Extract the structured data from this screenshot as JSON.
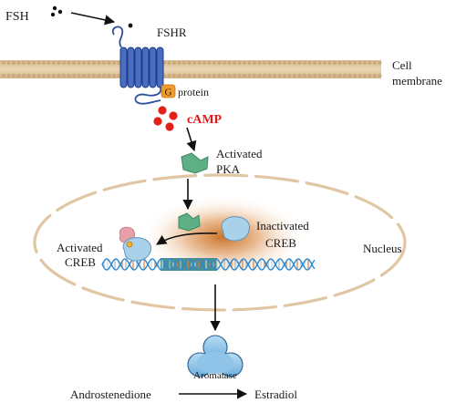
{
  "labels": {
    "fsh": "FSH",
    "fshr": "FSHR",
    "cell_membrane_line1": "Cell",
    "cell_membrane_line2": "membrane",
    "g_letter": "G",
    "g_protein": "protein",
    "camp": "cAMP",
    "activated_pka_line1": "Activated",
    "activated_pka_line2": "PKA",
    "inactivated_creb_line1": "Inactivated",
    "inactivated_creb_line2": "CREB",
    "activated_creb_line1": "Activated",
    "activated_creb_line2": "CREB",
    "nucleus": "Nucleus",
    "aromatase": "Aromatase",
    "androstenedione": "Androstenedione",
    "estradiol": "Estradiol"
  },
  "colors": {
    "membrane": "#c9aa7d",
    "receptor": "#2d4f9e",
    "camp": "#e32119",
    "camp_text": "#e01818",
    "pka": "#5eae86",
    "creb": "#a9d2ea",
    "creb_activator": "#e8a0a8",
    "aromatase": "#8fc4e8",
    "nucleus_glow": "#c66a1e",
    "g_protein": "#f09a2e",
    "dna_strand": "#2e8ad0",
    "dna_core": "#2e7f78"
  }
}
